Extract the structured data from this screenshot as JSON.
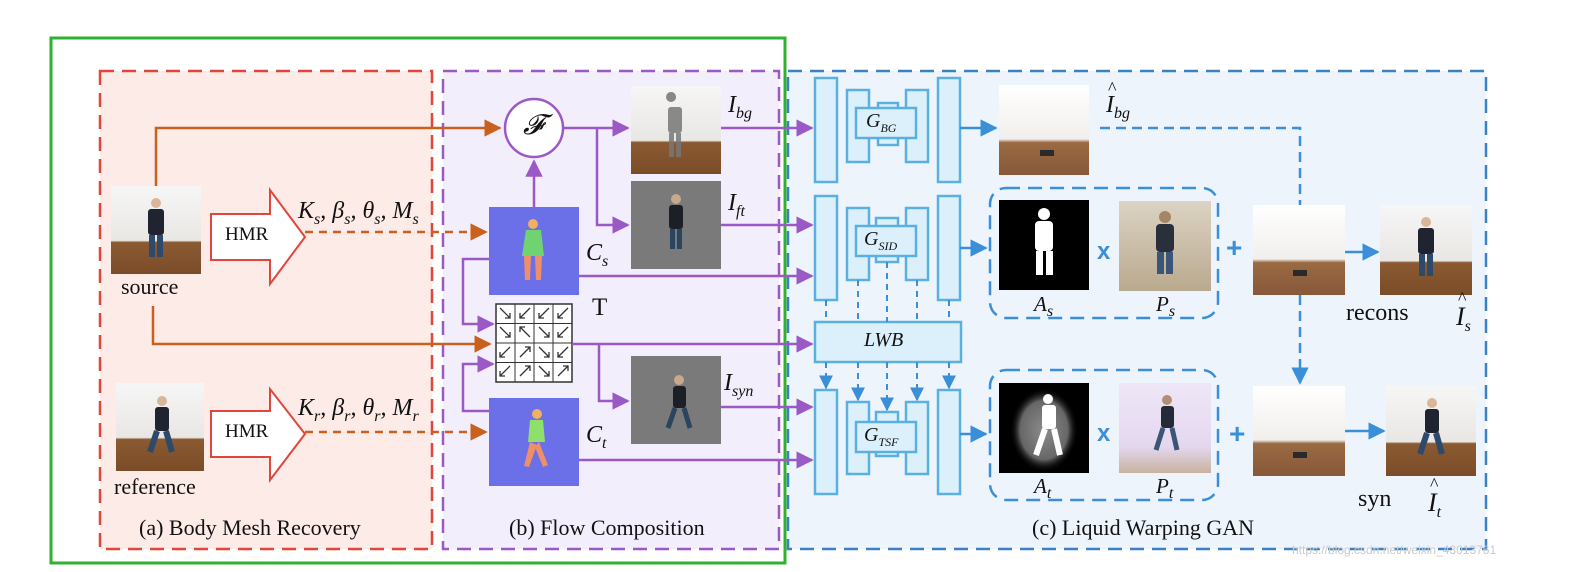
{
  "colors": {
    "green": "#2fb02f",
    "red": "#e0463c",
    "redFill": "#fdebe8",
    "purple": "#9b59c6",
    "purpleFill": "#f3eefb",
    "blue": "#3b82c4",
    "blueFill": "#edf4fc",
    "orange": "#c9601e",
    "netBlue": "#5ab0e0",
    "netFill": "#dcf0fb"
  },
  "sections": {
    "a": "(a) Body Mesh Recovery",
    "b": "(b) Flow Composition",
    "c": "(c) Liquid Warping GAN"
  },
  "images": {
    "source": "source",
    "reference": "reference"
  },
  "hmr": "HMR",
  "params": {
    "s": [
      "K",
      "s",
      "β",
      "s",
      "θ",
      "s",
      "M",
      "s"
    ],
    "r": [
      "K",
      "r",
      "β",
      "r",
      "θ",
      "r",
      "M",
      "r"
    ]
  },
  "flow": {
    "fusion": "𝓕",
    "transform": "T",
    "cs": [
      "C",
      "s"
    ],
    "ct": [
      "C",
      "t"
    ],
    "ibg": [
      "I",
      "bg"
    ],
    "ift": [
      "I",
      "ft"
    ],
    "isyn": [
      "I",
      "syn"
    ]
  },
  "gan": {
    "gbg": [
      "G",
      "BG"
    ],
    "gsid": [
      "G",
      "SID"
    ],
    "gtsf": [
      "G",
      "TSF"
    ],
    "lwb": "LWB",
    "ibg_hat": [
      "I",
      "bg"
    ],
    "as": [
      "A",
      "s"
    ],
    "ps": [
      "P",
      "s"
    ],
    "at": [
      "A",
      "t"
    ],
    "pt": [
      "P",
      "t"
    ],
    "times": "x",
    "plus": "+",
    "recons": "recons",
    "syn": "syn",
    "is_hat": [
      "I",
      "s"
    ],
    "it_hat": [
      "I",
      "t"
    ]
  },
  "watermark": "https://blog.csdn.net/weixin_43013761"
}
